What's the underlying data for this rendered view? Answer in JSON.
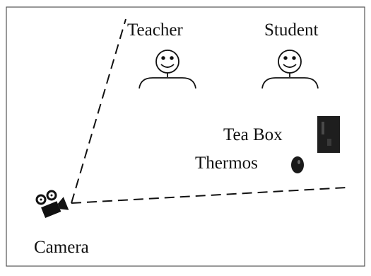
{
  "labels": {
    "teacher": "Teacher",
    "student": "Student",
    "tea_box": "Tea Box",
    "thermos": "Thermos",
    "camera": "Camera"
  },
  "icons": {
    "teacher": "smiley-person-icon",
    "student": "smiley-person-icon",
    "tea_box": "tea-box-icon",
    "thermos": "thermos-icon",
    "camera": "movie-camera-icon"
  },
  "colors": {
    "line": "#111111",
    "tea_box": "#1e1e1e",
    "thermos": "#1a1a1a"
  }
}
